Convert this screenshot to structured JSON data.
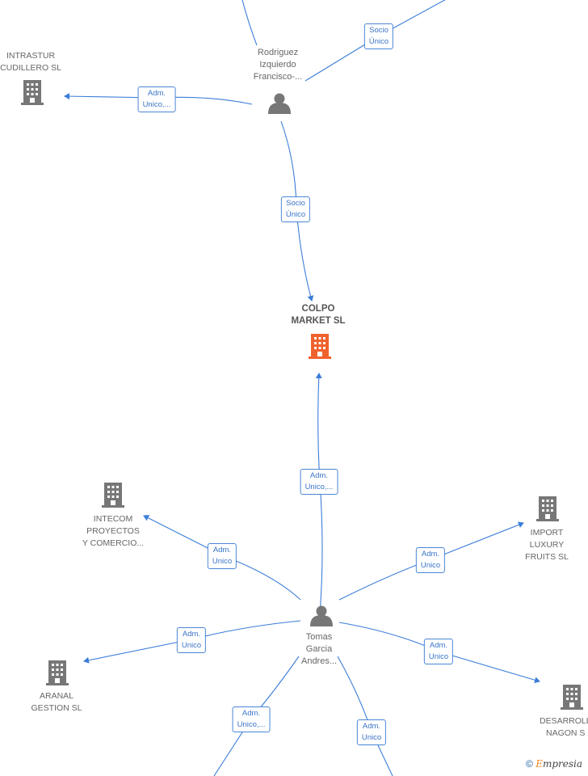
{
  "nodes": {
    "rodriguez": {
      "lines": [
        "Rodriguez",
        "Izquierdo",
        "Francisco-..."
      ]
    },
    "intrastur": {
      "lines": [
        "INTRASTUR",
        "CUDILLERO  SL"
      ]
    },
    "colpo": {
      "lines": [
        "COLPO",
        "MARKET  SL"
      ]
    },
    "intecom": {
      "lines": [
        "INTECOM",
        "PROYECTOS",
        "Y COMERCIO..."
      ]
    },
    "import": {
      "lines": [
        "IMPORT",
        "LUXURY",
        "FRUITS  SL"
      ]
    },
    "tomas": {
      "lines": [
        "Tomas",
        "Garcia",
        "Andres..."
      ]
    },
    "aranal": {
      "lines": [
        "ARANAL",
        "GESTION  SL"
      ]
    },
    "desarrollo": {
      "lines": [
        "DESARROLL",
        "NAGON  S"
      ]
    }
  },
  "relations": {
    "r_socio_top": [
      "Socio",
      "Único"
    ],
    "r_adm_intrastur": [
      "Adm.",
      "Unico,..."
    ],
    "r_socio_colpo": [
      "Socio",
      "Único"
    ],
    "r_adm_colpo": [
      "Adm.",
      "Unico,..."
    ],
    "r_adm_intecom": [
      "Adm.",
      "Unico"
    ],
    "r_adm_import": [
      "Adm.",
      "Unico"
    ],
    "r_adm_aranal": [
      "Adm.",
      "Unico"
    ],
    "r_adm_desarrollo": [
      "Adm.",
      "Unico"
    ],
    "r_adm_bottom_left": [
      "Adm.",
      "Unico,..."
    ],
    "r_adm_bottom_right": [
      "Adm.",
      "Unico"
    ]
  },
  "colors": {
    "edge": "#3b7dd8",
    "company_icon": "#777777",
    "main_company_icon": "#f0622d",
    "person_icon": "#777777"
  },
  "footer": {
    "copyright": "©",
    "brand_initial": "E",
    "brand_rest": "mpresia"
  }
}
